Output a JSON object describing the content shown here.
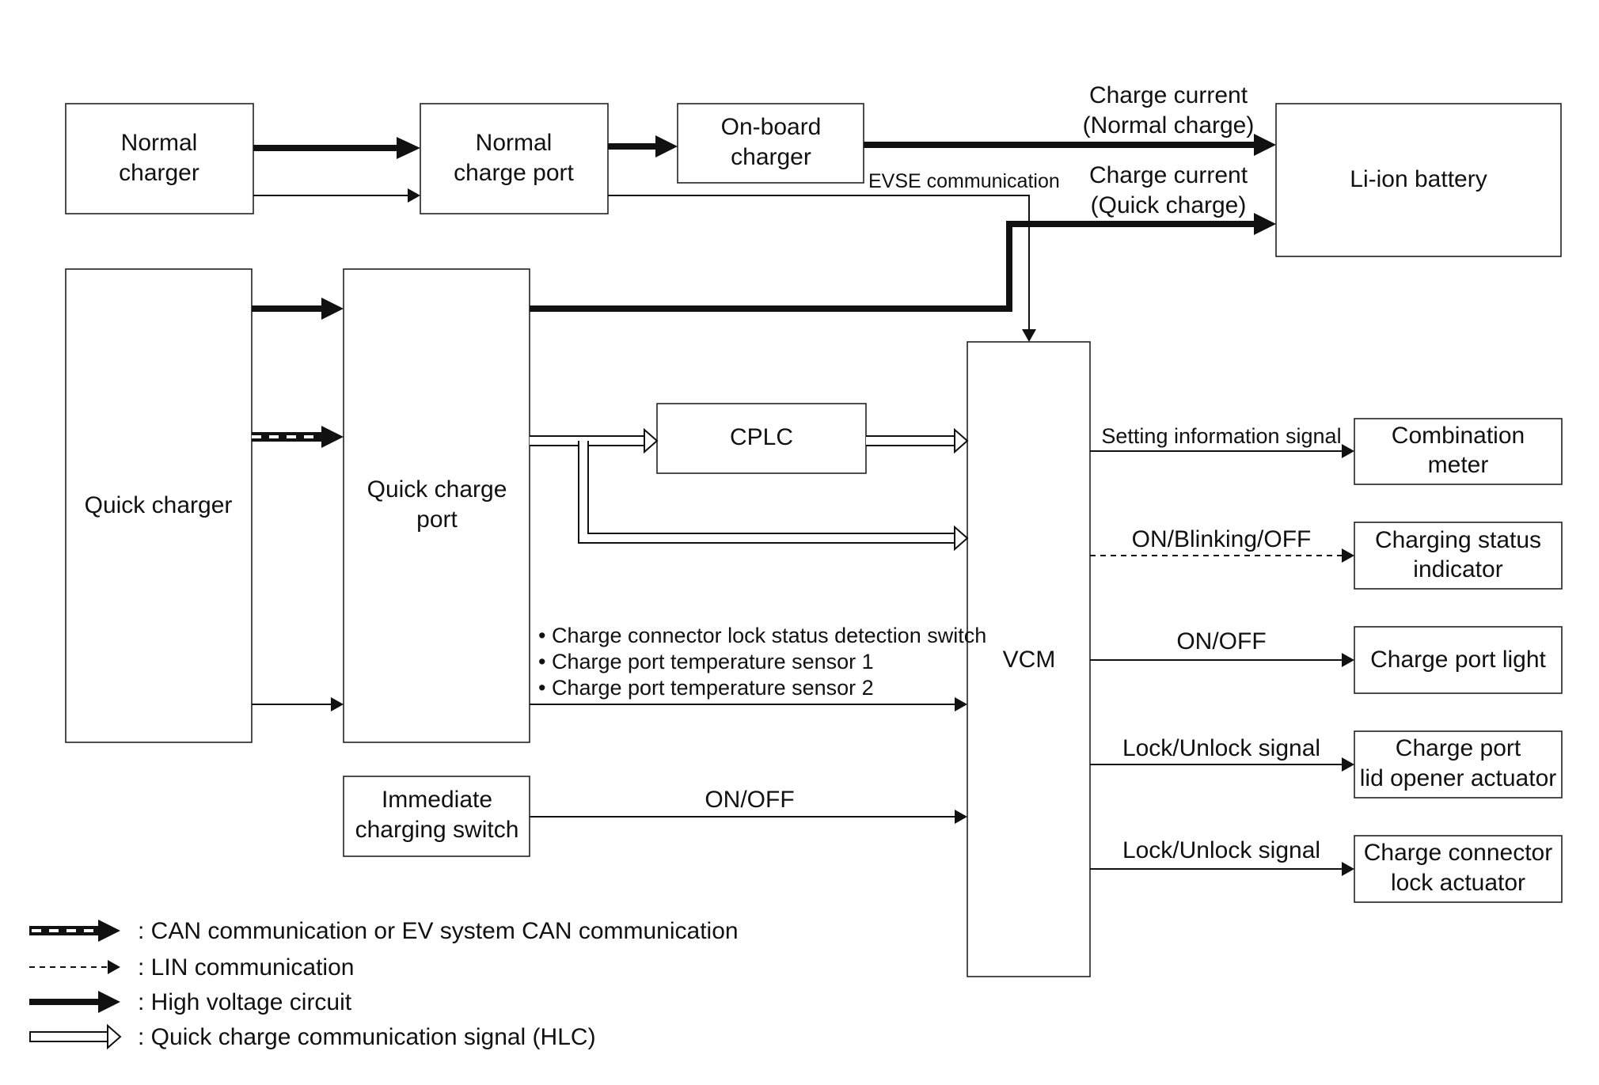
{
  "nodes": {
    "normal_charger": [
      "Normal",
      "charger"
    ],
    "normal_charge_port": [
      "Normal",
      "charge port"
    ],
    "onboard_charger": [
      "On-board",
      "charger"
    ],
    "li_ion_battery": [
      "Li-ion battery"
    ],
    "quick_charger": [
      "Quick charger"
    ],
    "quick_charge_port": [
      "Quick charge",
      "port"
    ],
    "cplc": [
      "CPLC"
    ],
    "vcm": [
      "VCM"
    ],
    "immediate_charging_switch": [
      "Immediate",
      "charging switch"
    ],
    "combination_meter": [
      "Combination",
      "meter"
    ],
    "charging_status_indicator": [
      "Charging status",
      "indicator"
    ],
    "charge_port_light": [
      "Charge port light"
    ],
    "charge_port_lid_opener_actuator": [
      "Charge port",
      "lid opener actuator"
    ],
    "charge_connector_lock_actuator": [
      "Charge connector",
      "lock actuator"
    ]
  },
  "edge_labels": {
    "charge_current_normal": [
      "Charge current",
      "(Normal charge)"
    ],
    "charge_current_quick": [
      "Charge current",
      "(Quick charge)"
    ],
    "evse_communication": "EVSE communication",
    "sensor_list": [
      "• Charge connector lock status detection switch",
      "• Charge port temperature sensor 1",
      "• Charge port temperature sensor 2"
    ],
    "immediate_switch_signal": "ON/OFF",
    "setting_information_signal": "Setting information signal",
    "on_blinking_off": "ON/Blinking/OFF",
    "on_off_light": "ON/OFF",
    "lock_unlock_lid": "Lock/Unlock signal",
    "lock_unlock_connector": "Lock/Unlock signal"
  },
  "legend": [
    {
      "style": "can",
      "label": ":  CAN communication or EV system CAN communication"
    },
    {
      "style": "lin",
      "label": ":  LIN communication"
    },
    {
      "style": "high-voltage",
      "label": ":  High voltage circuit"
    },
    {
      "style": "hlc",
      "label": ":  Quick charge communication signal (HLC)"
    }
  ],
  "colors": {
    "line": "#111111",
    "background": "#ffffff"
  }
}
